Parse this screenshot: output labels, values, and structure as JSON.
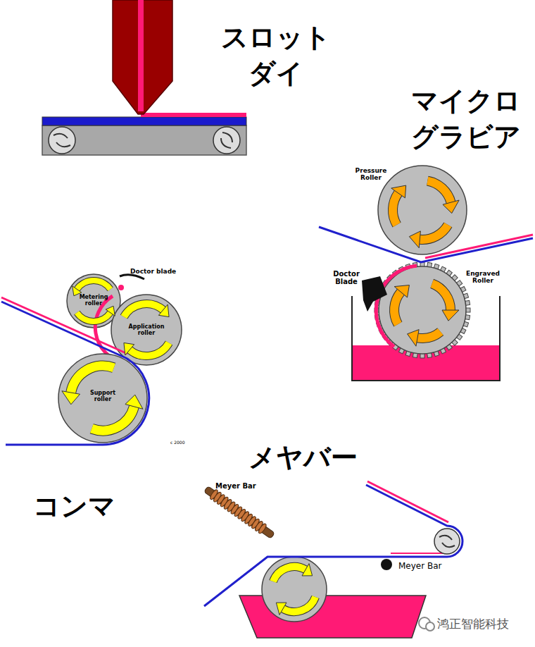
{
  "diagram": {
    "nodes": [
      {
        "text": [
          "Pressure Roller"
        ]
      },
      {
        "text": [
          "Engraved Roller"
        ]
      },
      {
        "text": [
          "Metering roller"
        ]
      },
      {
        "text": [
          "Application roller"
        ]
      },
      {
        "text": [
          "Support roller"
        ]
      }
    ],
    "labels": [
      "スロット ダイ",
      "マイクロ グラビア",
      "Doctor Blade",
      "Doctor blade",
      "c 2000",
      "メヤバー",
      "コンマ",
      "Meyer Bar",
      "Meyer Bar",
      "鸿正智能科技"
    ]
  }
}
